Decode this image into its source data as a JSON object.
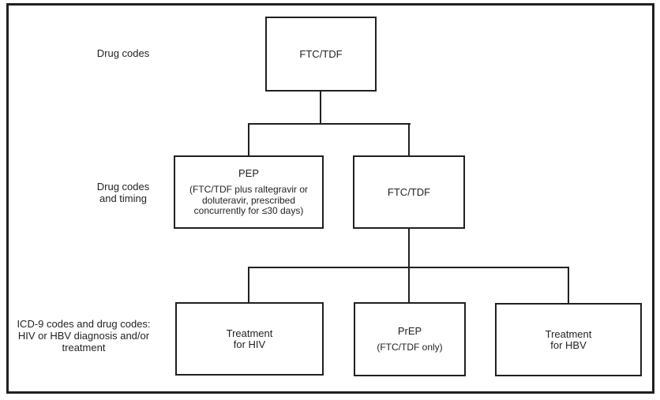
{
  "diagram": {
    "row_labels": {
      "row1": "Drug codes",
      "row2": [
        "Drug codes",
        "and timing"
      ],
      "row3": [
        "ICD-9 codes and drug codes:",
        "HIV or HBV diagnosis and/or",
        "treatment"
      ]
    },
    "boxes": {
      "top_ftc_tdf": {
        "title": "FTC/TDF"
      },
      "pep": {
        "title": "PEP",
        "detail_lines": [
          "(FTC/TDF plus raltegravir or",
          "doluteravir, prescribed",
          "concurrently for ≤30 days)"
        ]
      },
      "mid_ftc_tdf": {
        "title": "FTC/TDF"
      },
      "treatment_hiv": {
        "lines": [
          "Treatment",
          "for HIV"
        ]
      },
      "prep": {
        "title": "PrEP",
        "detail": "(FTC/TDF only)"
      },
      "treatment_hbv": {
        "lines": [
          "Treatment",
          "for HBV"
        ]
      }
    },
    "colors": {
      "line": "#231f20",
      "text": "#231f20",
      "background": "#ffffff"
    }
  }
}
